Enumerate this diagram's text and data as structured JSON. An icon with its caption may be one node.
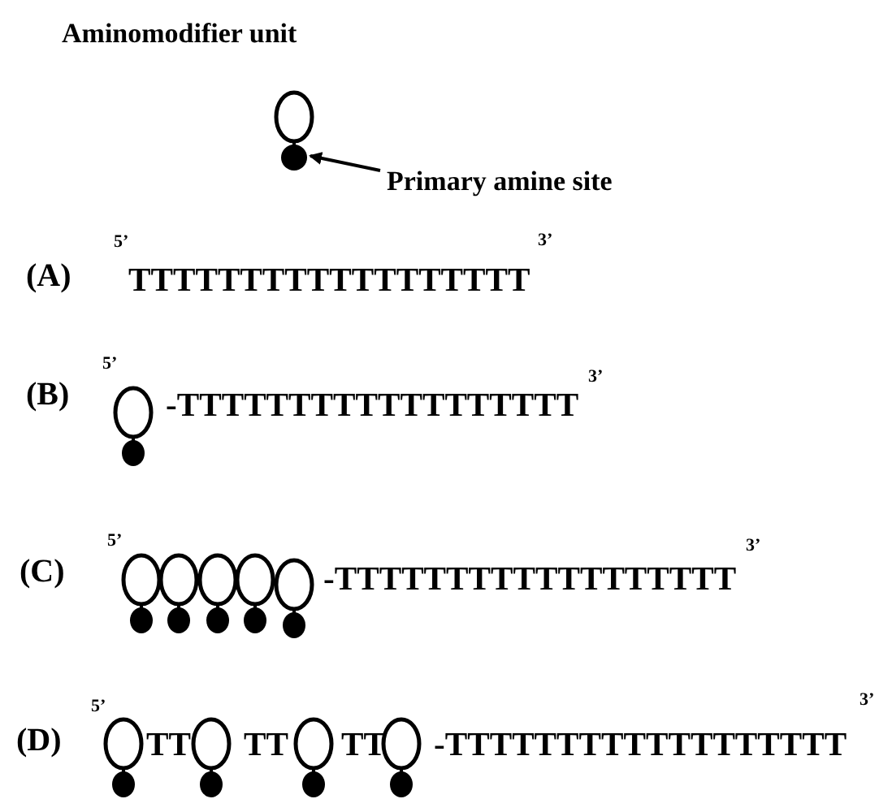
{
  "diagram": {
    "nodes": [
      {
        "text": [
          "Primary amine site"
        ]
      },
      {
        "text": [],
        "shape": "circle"
      }
    ],
    "edges": [
      {
        "from": 0,
        "to": 1,
        "arrow": "to"
      }
    ],
    "labels": [
      "Aminomodifier unit",
      "(A)",
      "5’",
      "TTTTTTTTTTTTTTTTTT",
      "3’",
      "(B)",
      "5’",
      "-TTTTTTTTTTTTTTTTTT",
      "3’",
      "(C)",
      "5’",
      "-TTTTTTTTTTTTTTTTTT",
      "3’",
      "(D)",
      "5’",
      "TT",
      "TT",
      "TT",
      "-TTTTTTTTTTTTTTTTTT",
      "3’"
    ]
  }
}
